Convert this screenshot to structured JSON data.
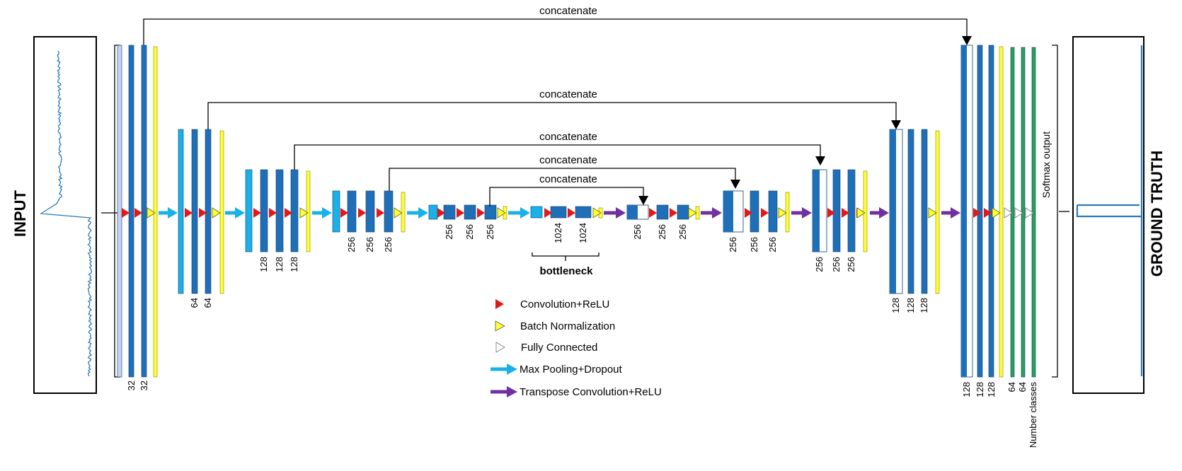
{
  "labels": {
    "input": "INPUT",
    "ground_truth": "GROUND TRUTH",
    "bottleneck": "bottleneck",
    "softmax_output": "Softmax output",
    "concatenate": "concatenate"
  },
  "channel_labels": {
    "enc1": [
      "32",
      "32"
    ],
    "enc2": [
      "64",
      "64"
    ],
    "enc3": [
      "128",
      "128",
      "128"
    ],
    "enc4": [
      "256",
      "256",
      "256"
    ],
    "enc5": [
      "256",
      "256",
      "256"
    ],
    "bottleneck": [
      "1024",
      "1024"
    ],
    "dec5": [
      "256",
      "256",
      "256"
    ],
    "dec4": [
      "256",
      "256",
      "256"
    ],
    "dec3": [
      "256",
      "256",
      "256"
    ],
    "dec2": [
      "128",
      "128",
      "128"
    ],
    "out": [
      "128",
      "128",
      "128",
      "64",
      "64",
      "Number classes"
    ]
  },
  "legend": [
    {
      "icon": "red-triangle",
      "label": "Convolution+ReLU",
      "color": "#e01919"
    },
    {
      "icon": "yellow-triangle",
      "label": "Batch Normalization",
      "color": "#ffff33"
    },
    {
      "icon": "white-triangle",
      "label": "Fully Connected",
      "color": "#ffffff"
    },
    {
      "icon": "cyan-arrow",
      "label": "Max Pooling+Dropout",
      "color": "#1ab0e8"
    },
    {
      "icon": "purple-arrow",
      "label": "Transpose Convolution+ReLU",
      "color": "#7030a0"
    }
  ],
  "colors": {
    "conv_block": "#1f6fb8",
    "pool_block": "#1ab0e8",
    "batch_norm": "#ffff33",
    "dense": "#2aa05a",
    "input_block": "#c8d2ee",
    "signal": "#2a7ab8",
    "relu": "#e01919",
    "pool_arrow": "#1ab0e8",
    "upconv_arrow": "#7030a0"
  }
}
